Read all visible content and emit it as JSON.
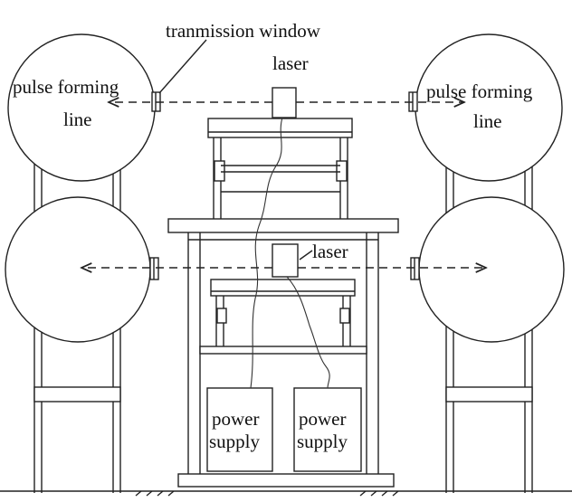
{
  "labels": {
    "transmission_window": "tranmission window",
    "laser_top": "laser",
    "laser_mid": "laser",
    "pfl_left_line1": "pulse forming",
    "pfl_left_line2": "line",
    "pfl_right_line1": "pulse forming",
    "pfl_right_line2": "line",
    "ps_left_line1": "power",
    "ps_left_line2": "supply",
    "ps_right_line1": "power",
    "ps_right_line2": "supply"
  }
}
